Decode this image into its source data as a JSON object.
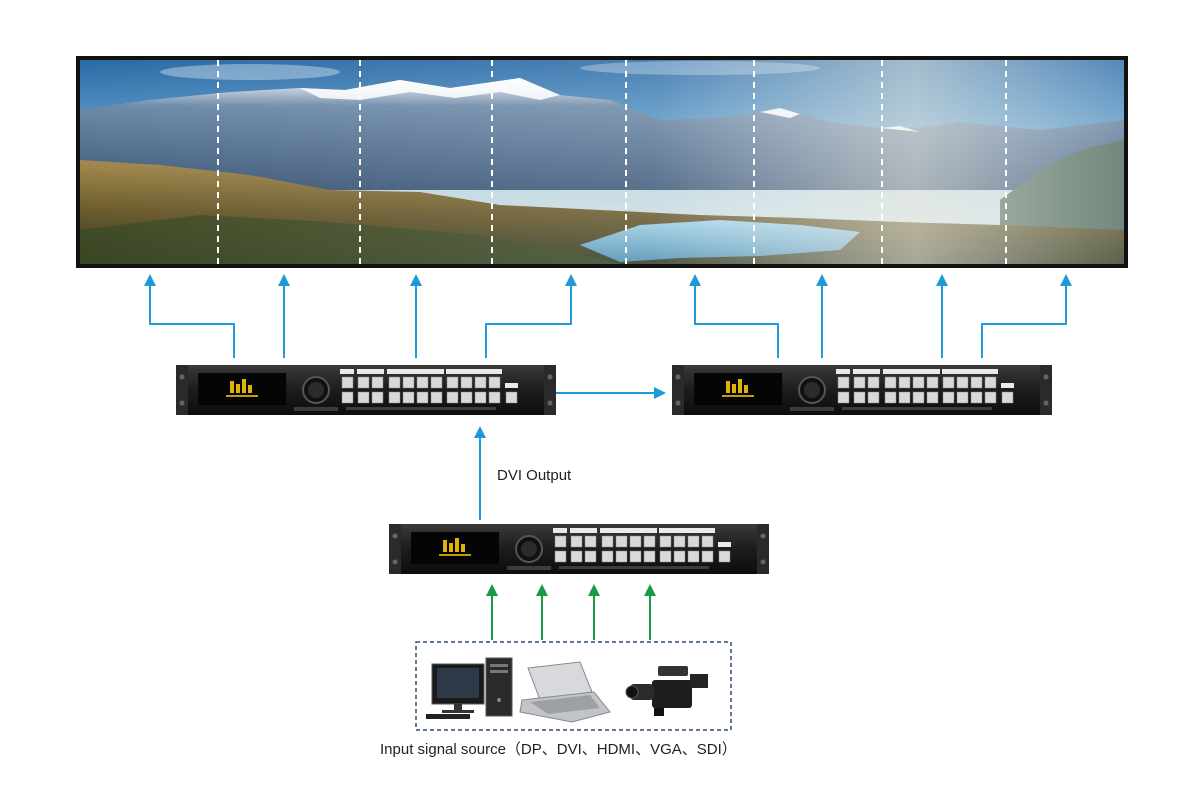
{
  "labels": {
    "dvi_output": "DVI Output",
    "input_source": "Input signal source（DP、DVI、HDMI、VGA、SDI）"
  },
  "screen": {
    "segments": 8,
    "scene": "mountain-lake-landscape"
  },
  "devices": [
    {
      "name": "video-processor-top-left"
    },
    {
      "name": "video-processor-top-right"
    },
    {
      "name": "video-processor-bottom"
    }
  ],
  "sources": [
    "desktop-computer-icon",
    "laptop-icon",
    "video-camera-icon"
  ],
  "colors": {
    "output_arrow": "#1e9ad6",
    "input_arrow": "#1a9a45",
    "frame": "#111111",
    "dashed_box": "#2c4a7a"
  }
}
